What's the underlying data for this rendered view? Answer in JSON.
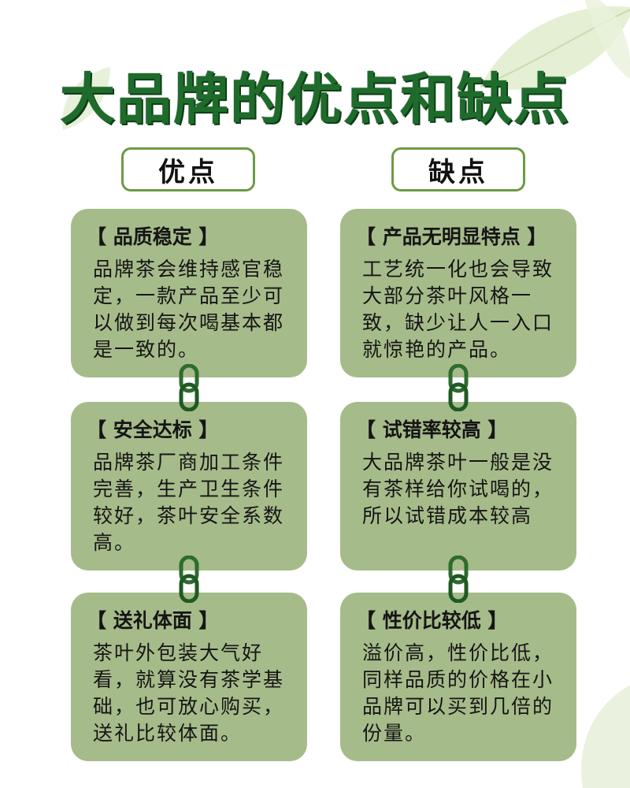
{
  "title": "大品牌的优点和缺点",
  "columns": {
    "left_header": "优点",
    "right_header": "缺点"
  },
  "pros": [
    {
      "title": "【 品质稳定 】",
      "body": "品牌茶会维持感官稳定，一款产品至少可以做到每次喝基本都是一致的。"
    },
    {
      "title": "【 安全达标 】",
      "body": "品牌茶厂商加工条件完善，生产卫生条件较好，茶叶安全系数高。"
    },
    {
      "title": "【 送礼体面 】",
      "body": "茶叶外包装大气好看，就算没有茶学基础，也可放心购买，送礼比较体面。"
    }
  ],
  "cons": [
    {
      "title": "【 产品无明显特点 】",
      "body": "工艺统一化也会导致大部分茶叶风格一致，缺少让人一入口就惊艳的产品。"
    },
    {
      "title": "【 试错率较高 】",
      "body": "大品牌茶叶一般是没有茶样给你试喝的，所以试错成本较高"
    },
    {
      "title": "【 性价比较低 】",
      "body": "溢价高，性价比低，同样品质的价格在小品牌可以买到几倍的份量。"
    }
  ],
  "colors": {
    "title": "#1f6b2c",
    "card": "#a6bb8a",
    "header_border": "#6b9b43",
    "link": "#2e6b2e"
  },
  "icons": [
    "leaf-icon",
    "chain-link-icon"
  ]
}
